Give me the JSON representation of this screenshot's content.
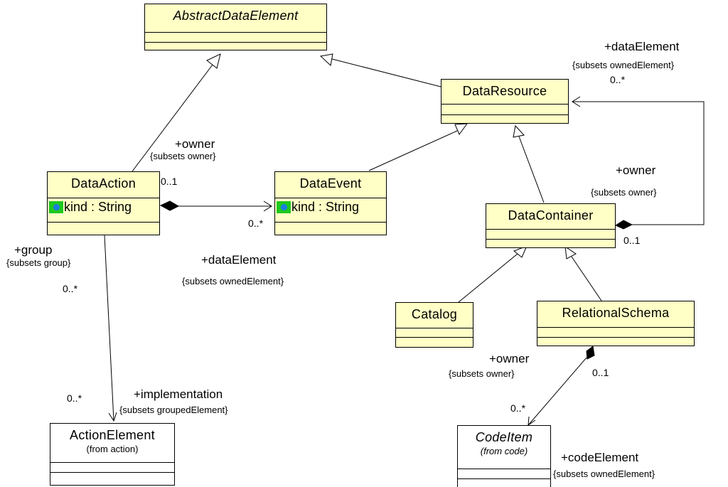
{
  "classes": {
    "abstract_data_element": {
      "name": "AbstractDataElement"
    },
    "data_resource": {
      "name": "DataResource"
    },
    "data_action": {
      "name": "DataAction",
      "attribute": "kind : String"
    },
    "data_event": {
      "name": "DataEvent",
      "attribute": "kind : String"
    },
    "data_container": {
      "name": "DataContainer"
    },
    "catalog": {
      "name": "Catalog"
    },
    "relational_schema": {
      "name": "RelationalSchema"
    },
    "action_element": {
      "name": "ActionElement",
      "from": "(from action)"
    },
    "code_item": {
      "name": "CodeItem",
      "from": "(from code)"
    }
  },
  "associations": {
    "action_event": {
      "owner_role": "+owner",
      "owner_constraint": "{subsets owner}",
      "owner_mult": "0..1",
      "element_role": "+dataElement",
      "element_constraint": "{subsets ownedElement}",
      "element_mult": "0..*"
    },
    "action_group": {
      "group_role": "+group",
      "group_constraint": "{subsets group}",
      "group_mult": "0..*",
      "impl_role": "+implementation",
      "impl_constraint": "{subsets groupedElement}",
      "impl_mult": "0..*"
    },
    "container_resource": {
      "element_role": "+dataElement",
      "element_constraint": "{subsets ownedElement}",
      "element_mult": "0..*",
      "owner_role": "+owner",
      "owner_constraint": "{subsets owner}",
      "owner_mult": "0..1"
    },
    "schema_code": {
      "owner_role": "+owner",
      "owner_constraint": "{subsets owner}",
      "owner_mult": "0..1",
      "code_role": "+codeElement",
      "code_constraint": "{subsets ownedElement}",
      "code_mult": "0..*"
    }
  },
  "colors": {
    "class_fill": "#ffffc6",
    "external_class_fill": "#ffffff",
    "line": "#000000",
    "attribute_icon_bg": "#1ec81e",
    "attribute_icon_dot": "#1a7de0"
  },
  "icons": {
    "attribute": "attribute-icon"
  }
}
